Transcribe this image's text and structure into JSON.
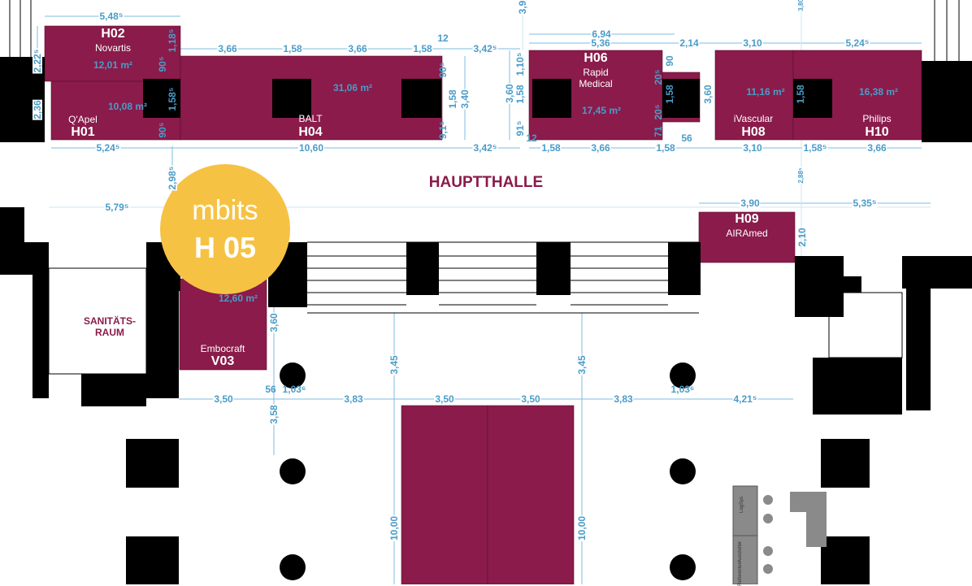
{
  "hall_label": "HAUPTTHALLE",
  "highlight": {
    "company": "mbits",
    "booth": "H 05",
    "color": "#f6c244"
  },
  "colors": {
    "booth": "#8a1b4a",
    "dimension": "#4a9cc9",
    "wall": "#000000"
  },
  "booths": [
    {
      "code": "H02",
      "company": "Novartis",
      "area": "12,01 m²"
    },
    {
      "code": "H01",
      "company": "Q'Apel",
      "area": "10,08 m²"
    },
    {
      "code": "H04",
      "company": "BALT",
      "area": "31,06 m²"
    },
    {
      "code": "H06",
      "company": "Rapid Medical",
      "area": "17,45 m²"
    },
    {
      "code": "H08",
      "company": "iVascular",
      "area": "11,16 m²"
    },
    {
      "code": "H10",
      "company": "Philips",
      "area": "16,38 m²"
    },
    {
      "code": "H09",
      "company": "AIRAmed",
      "area": ""
    },
    {
      "code": "V03",
      "company": "Embocraft",
      "area": "12,60 m²"
    }
  ],
  "rooms": [
    {
      "label_line1": "SANITÄTS-",
      "label_line2": "RAUM"
    }
  ],
  "counters": [
    "LogSys",
    "Aussteller",
    "Referenten"
  ],
  "dimensions": [
    "5,48⁵",
    "2,22⁵",
    "1,18⁵",
    "90⁵",
    "2,36",
    "1,58⁵",
    "90⁵",
    "5,24⁵",
    "3,66",
    "1,58",
    "3,66",
    "1,58",
    "12",
    "3,42⁵",
    "90⁵",
    "1,58",
    "3,40",
    "9,1⁵",
    "10,60",
    "3,42⁵",
    "6,94",
    "5,36",
    "2,14",
    "3,10",
    "5,24⁵",
    "3,60",
    "1,10⁵",
    "1,58",
    "91⁵",
    "12",
    "20⁵",
    "90",
    "1,58",
    "20⁵",
    "71",
    "3,60",
    "56",
    "1,58",
    "3,66",
    "1,58",
    "3,10",
    "1,58⁵",
    "3,66",
    "1,58",
    "3,9",
    "2,98⁵",
    "5,79⁵",
    "3,90",
    "5,35⁵",
    "2,10",
    "3,60",
    "3,45",
    "3,45",
    "3,50",
    "56",
    "1,03⁶",
    "3,83",
    "3,50",
    "3,50",
    "3,83",
    "1,03⁶",
    "4,21⁵",
    "3,58",
    "10,00",
    "10,00",
    "2,88⁵",
    "3,80"
  ]
}
